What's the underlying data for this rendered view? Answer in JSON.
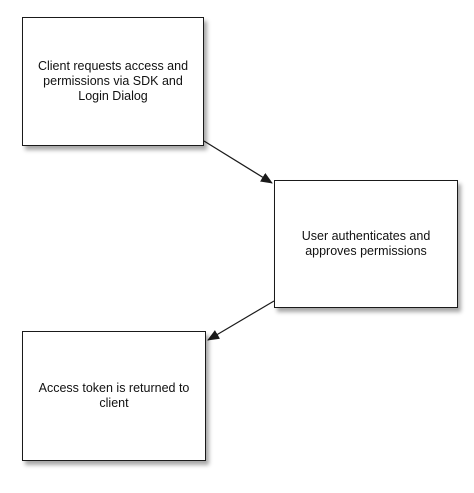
{
  "diagram": {
    "nodes": [
      {
        "id": "client-request",
        "label": "Client requests access and permissions via SDK and Login Dialog"
      },
      {
        "id": "user-authenticates",
        "label": "User authenticates and approves permissions"
      },
      {
        "id": "token-returned",
        "label": "Access token is returned to client"
      }
    ],
    "edges": [
      {
        "from": "client-request",
        "to": "user-authenticates"
      },
      {
        "from": "user-authenticates",
        "to": "token-returned"
      }
    ],
    "colors": {
      "stroke": "#1a1a1a",
      "fill": "#ffffff",
      "text": "#111111"
    }
  }
}
